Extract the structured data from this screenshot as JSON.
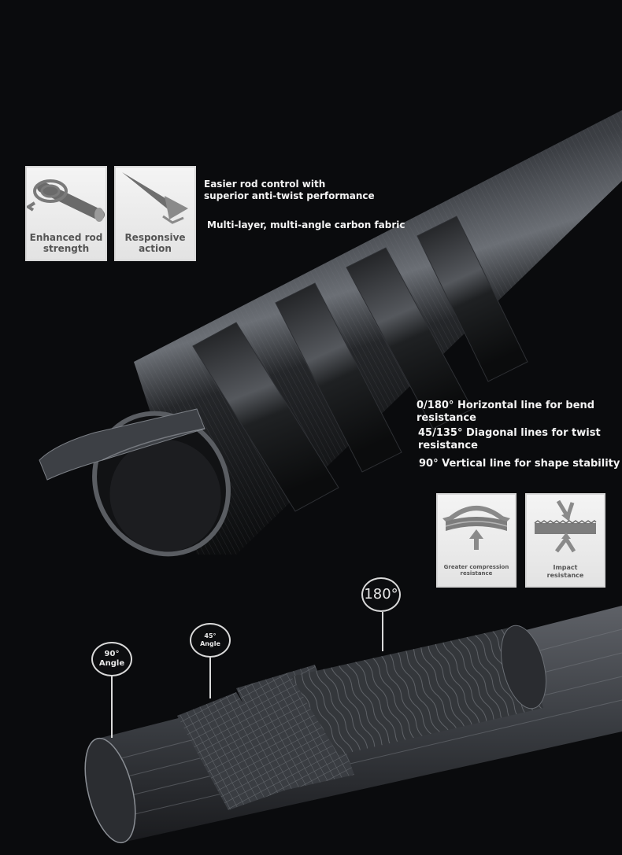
{
  "feature_cards": [
    {
      "icon": "rod-strength-icon",
      "label_line1": "Enhanced rod",
      "label_line2": "strength"
    },
    {
      "icon": "arrow-action-icon",
      "label_line1": "Responsive",
      "label_line2": "action"
    }
  ],
  "callouts": {
    "control_line1": "Easier rod control with",
    "control_line2": "superior anti-twist performance",
    "fabric": "Multi-layer, multi-angle carbon fabric",
    "horizontal_line1": "0/180° Horizontal line for bend",
    "horizontal_line2": "resistance",
    "diagonal_line1": "45/135° Diagonal lines for twist",
    "diagonal_line2": "resistance",
    "vertical": "90° Vertical line for shape stability"
  },
  "resistance_cards": [
    {
      "icon": "compression-icon",
      "label_line1": "Greater compression",
      "label_line2": "resistance"
    },
    {
      "icon": "impact-icon",
      "label_line1": "Impact",
      "label_line2": "resistance"
    }
  ],
  "angle_labels": {
    "a90_line1": "90°",
    "a90_line2": "Angle",
    "a45_line1": "45°",
    "a45_line2": "Angle",
    "a180": "180°"
  },
  "colors": {
    "background": "#0a0b0d",
    "card": "#ececec",
    "text": "#f4f4f4"
  }
}
